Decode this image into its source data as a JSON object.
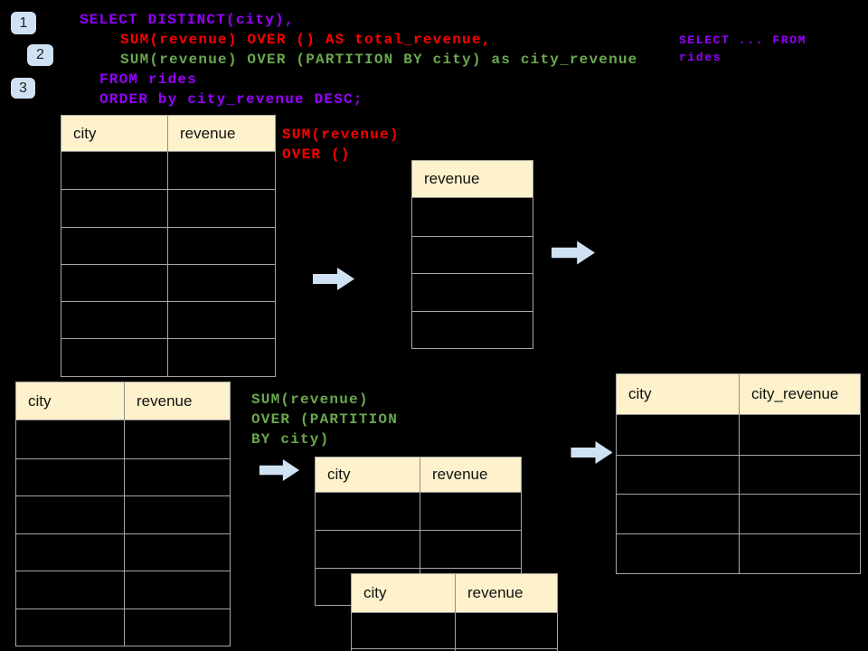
{
  "slide": {
    "badges": [
      "1",
      "2",
      "3"
    ],
    "sql": {
      "select_line": "SELECT DISTINCT(city),",
      "total_line": "SUM(revenue) OVER () AS total_revenue,",
      "partition_line": "SUM(revenue) OVER (PARTITION BY city) as city_revenue",
      "from_line": "FROM rides",
      "order_line": "ORDER by city_revenue DESC;"
    },
    "snippet": {
      "line1": "SELECT ... FROM",
      "line2": "rides"
    },
    "annotation_total": {
      "line1": "SUM(revenue)",
      "line2": "OVER ()"
    },
    "annotation_partition": {
      "line1": "SUM(revenue)",
      "line2": "OVER (PARTITION",
      "line3": "BY city)"
    },
    "tables": {
      "source_top": {
        "headers": [
          "city",
          "revenue"
        ],
        "row_count": 6
      },
      "total_result": {
        "headers": [
          "revenue"
        ],
        "row_count": 4
      },
      "source_bottom": {
        "headers": [
          "city",
          "revenue"
        ],
        "row_count": 6
      },
      "partition_front": {
        "headers": [
          "city",
          "revenue"
        ],
        "row_count": 3
      },
      "partition_back": {
        "headers": [
          "city",
          "revenue"
        ],
        "row_count": 2
      },
      "final_result": {
        "headers": [
          "city",
          "city_revenue"
        ],
        "row_count": 4
      }
    },
    "colors": {
      "accent_blue": "#cfe2f3",
      "header_fill": "#fdf2cc",
      "sql_purple": "#9900ff",
      "sql_red": "#ff0000",
      "sql_green": "#6aa84f",
      "border_gray": "#a6a6a6"
    }
  }
}
